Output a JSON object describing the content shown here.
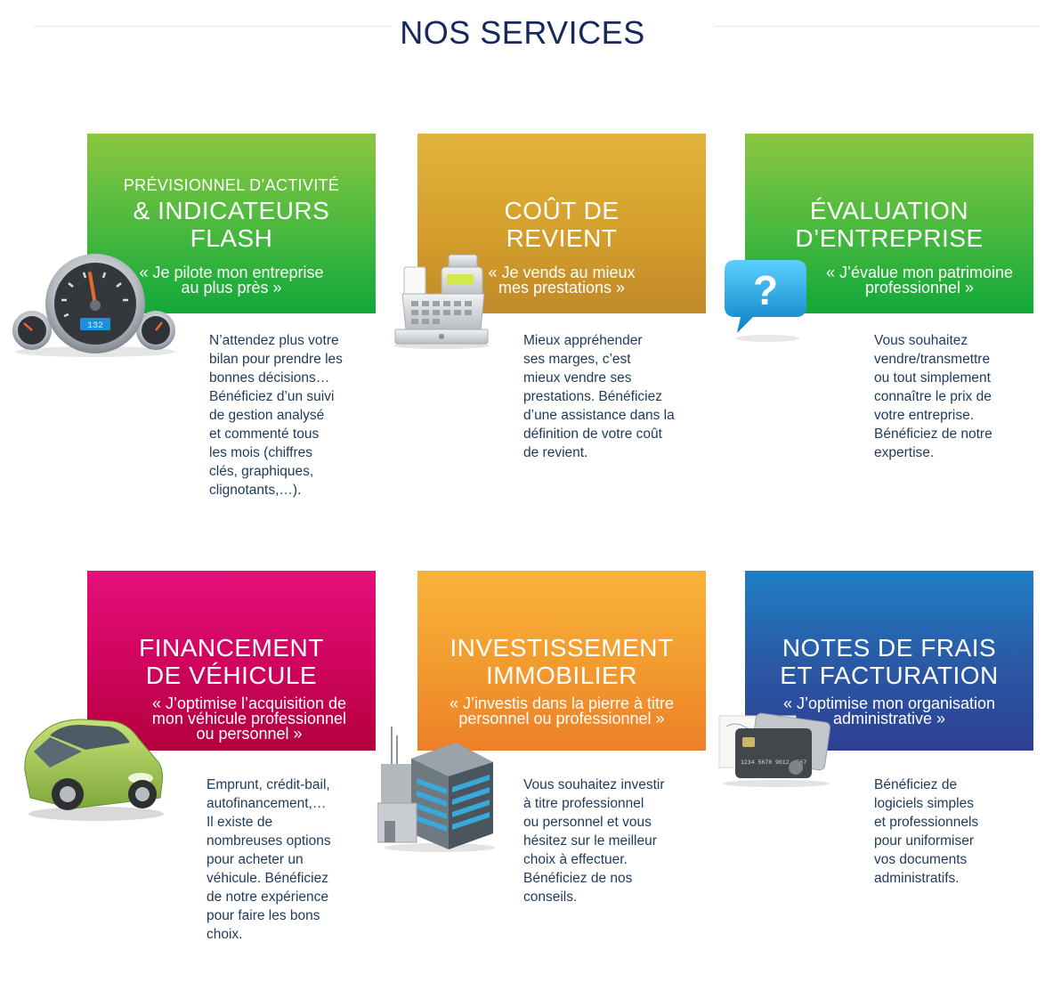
{
  "page": {
    "title": "NOS SERVICES"
  },
  "services": [
    {
      "subtitle": "PRÉVISIONNEL D’ACTIVITÉ",
      "title_lines": [
        "& INDICATEURS",
        "FLASH"
      ],
      "quote_lines": [
        "« Je pilote mon entreprise",
        "au plus près »"
      ],
      "desc_lines": [
        "N’attendez plus votre",
        "bilan pour prendre les",
        "bonnes décisions…",
        "Bénéficiez d’un suivi",
        "de gestion analysé",
        "et commenté tous",
        "les mois (chiffres",
        "clés, graphiques,",
        "clignotants,…)."
      ],
      "icon": "speedometer-icon",
      "gauge_display": "132"
    },
    {
      "title_lines": [
        "COÛT DE",
        "REVIENT"
      ],
      "quote_lines": [
        "« Je vends au mieux",
        "mes prestations »"
      ],
      "desc_lines": [
        "Mieux appréhender",
        "ses marges, c’est",
        "mieux vendre ses",
        "prestations.  Bénéficiez",
        "d’une assistance dans la",
        "définition de votre coût",
        "de revient."
      ],
      "icon": "cash-register-icon"
    },
    {
      "title_lines": [
        "ÉVALUATION",
        "D’ENTREPRISE"
      ],
      "quote_lines": [
        "« J’évalue mon patrimoine",
        "professionnel »"
      ],
      "desc_lines": [
        "Vous souhaitez",
        "vendre/transmettre",
        "ou tout simplement",
        "connaître le prix de",
        "votre entreprise.",
        "Bénéficiez de notre",
        "expertise."
      ],
      "icon": "question-bubble-icon",
      "icon_glyph": "?"
    },
    {
      "title_lines": [
        "FINANCEMENT",
        "DE VÉHICULE"
      ],
      "quote_lines": [
        "« J’optimise l’acquisition de",
        "mon véhicule professionnel",
        "ou personnel  »"
      ],
      "desc_lines": [
        "Emprunt, crédit-bail,",
        "autofinancement,…",
        "Il existe de",
        "nombreuses options",
        "pour acheter un",
        "véhicule. Bénéficiez",
        "de notre expérience",
        "pour faire les bons",
        "choix."
      ],
      "icon": "car-icon"
    },
    {
      "title_lines": [
        "INVESTISSEMENT",
        "IMMOBILIER"
      ],
      "quote_lines": [
        "« J’investis dans la pierre à titre",
        "personnel ou professionnel »"
      ],
      "desc_lines": [
        "Vous souhaitez investir",
        "à titre professionnel",
        "ou personnel et vous",
        "hésitez sur le meilleur",
        "choix à effectuer.",
        "Bénéficiez de nos",
        "conseils."
      ],
      "icon": "building-icon"
    },
    {
      "title_lines": [
        "NOTES DE FRAIS",
        "ET FACTURATION"
      ],
      "quote_lines": [
        "« J’optimise mon organisation",
        "administrative »"
      ],
      "desc_lines": [
        "Bénéficiez de",
        "logiciels simples",
        "et professionnels",
        "pour uniformiser",
        "vos documents",
        "administratifs."
      ],
      "icon": "credit-card-icon",
      "card_number": "1234  5678  9012  4567"
    }
  ],
  "colors": {
    "title": "#16285c",
    "text": "#1f3a5a",
    "green": "#2fb845",
    "gold": "#cf9a2a",
    "magenta": "#c4004a",
    "orange": "#f0952a",
    "blue": "#2d4f9e"
  }
}
